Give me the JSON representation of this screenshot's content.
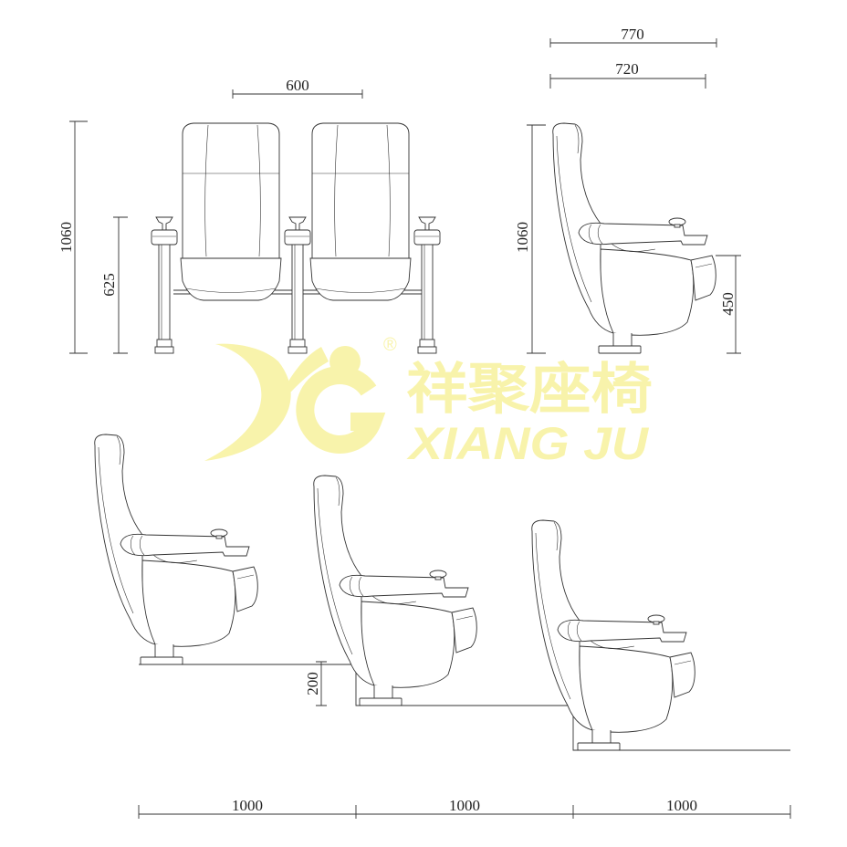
{
  "logo": {
    "brand_cn": "祥聚座椅",
    "brand_en": "XIANG JU",
    "registered_mark": "®"
  },
  "front_view": {
    "width": "600",
    "height": "1060",
    "armrest_height": "625"
  },
  "side_view": {
    "depth_open": "770",
    "depth_closed": "720",
    "height": "1060",
    "seat_height": "450"
  },
  "tiered_layout": {
    "step_height": "200",
    "row_spacings": [
      "1000",
      "1000",
      "1000"
    ]
  },
  "colors": {
    "line": "#333333",
    "logo": "#f8f3a4"
  }
}
